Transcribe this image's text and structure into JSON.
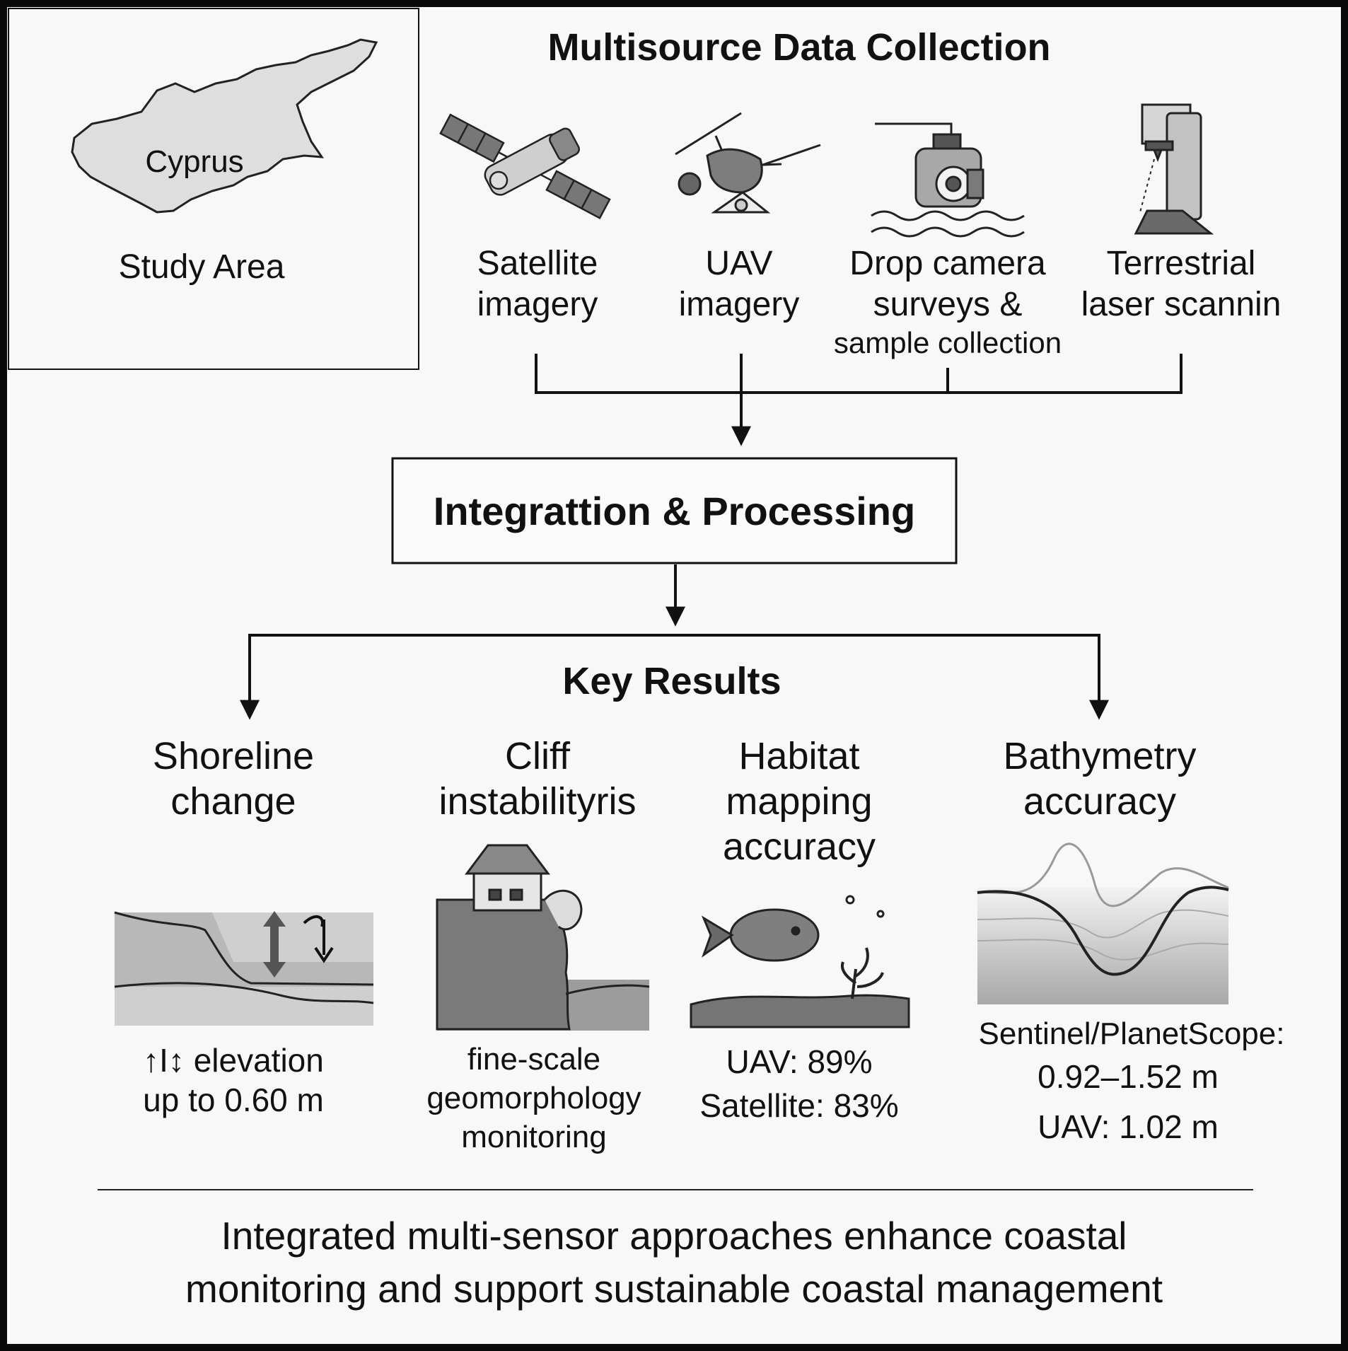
{
  "study_area": {
    "map_label": "Cyprus",
    "caption": "Study Area"
  },
  "collection": {
    "title": "Multisource Data Collection",
    "sources": [
      {
        "line1": "Satellite",
        "line2": "imagery",
        "line3": ""
      },
      {
        "line1": "UAV",
        "line2": "imagery",
        "line3": ""
      },
      {
        "line1": "Drop camera",
        "line2": "surveys &",
        "line3": "sample collection"
      },
      {
        "line1": "Terrestrial",
        "line2": "laser scannin",
        "line3": ""
      }
    ]
  },
  "processing": {
    "label": "Integrattion & Processing"
  },
  "results": {
    "title": "Key Results",
    "items": [
      {
        "title1": "Shoreline",
        "title2": "change",
        "title3": "",
        "detail1": "↑I↕ elevation",
        "detail2": "up to 0.60 m",
        "detail3": ""
      },
      {
        "title1": "Cliff",
        "title2": "instabilityris",
        "title3": "",
        "detail1": "fine-scale",
        "detail2": "geomorphology",
        "detail3": "monitoring"
      },
      {
        "title1": "Habitat",
        "title2": "mapping",
        "title3": "accuracy",
        "detail1": "UAV: 89%",
        "detail2": "Satellite: 83%",
        "detail3": ""
      },
      {
        "title1": "Bathymetry",
        "title2": "accuracy",
        "title3": "",
        "detail1": "Sentinel/PlanetScope:",
        "detail2": "0.92–1.52 m",
        "detail3": "UAV: 1.02 m"
      }
    ]
  },
  "conclusion": {
    "line1": "Integrated multi-sensor approaches enhance coastal",
    "line2": "monitoring and support sustainable coastal management"
  }
}
